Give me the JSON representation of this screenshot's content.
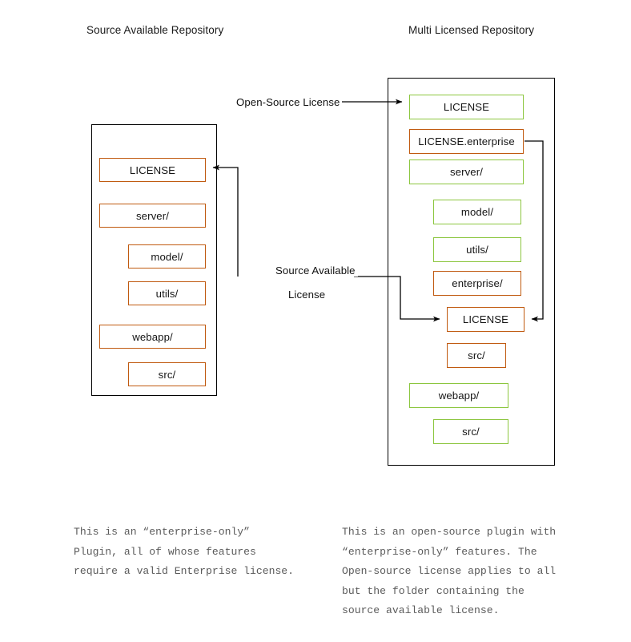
{
  "diagram": {
    "titles": {
      "left": "Source Available Repository",
      "right": "Multi Licensed Repository"
    },
    "colors": {
      "source_available_border": "#C05A10",
      "open_source_border": "#8CC63F",
      "container_border": "#000000",
      "connector": "#000000",
      "caption_text": "#5b5b5b"
    },
    "left_repo": {
      "nodes": [
        {
          "label": "LICENSE",
          "license": "source-available"
        },
        {
          "label": "server/",
          "license": "source-available"
        },
        {
          "label": "model/",
          "license": "source-available"
        },
        {
          "label": "utils/",
          "license": "source-available"
        },
        {
          "label": "webapp/",
          "license": "source-available"
        },
        {
          "label": "src/",
          "license": "source-available"
        }
      ]
    },
    "right_repo": {
      "nodes": [
        {
          "label": "LICENSE",
          "license": "open-source"
        },
        {
          "label": "LICENSE.enterprise",
          "license": "source-available"
        },
        {
          "label": "server/",
          "license": "open-source"
        },
        {
          "label": "model/",
          "license": "open-source"
        },
        {
          "label": "utils/",
          "license": "open-source"
        },
        {
          "label": "enterprise/",
          "license": "source-available"
        },
        {
          "label": "LICENSE",
          "license": "source-available"
        },
        {
          "label": "src/",
          "license": "source-available"
        },
        {
          "label": "webapp/",
          "license": "open-source"
        },
        {
          "label": "src/",
          "license": "open-source"
        }
      ]
    },
    "connectors": {
      "open_source_license": "Open-Source License",
      "source_available_license_line1": "Source Available",
      "source_available_license_line2": "License"
    },
    "captions": {
      "left": "This is an “enter​prise-only”\nPlugin, all of whose features\nrequire a valid Enterprise license.",
      "right": "This is an open-source plugin with\n“enter​prise-only” features. The\nOpen-source license applies to all\nbut the folder containing the\nsource available license."
    }
  }
}
